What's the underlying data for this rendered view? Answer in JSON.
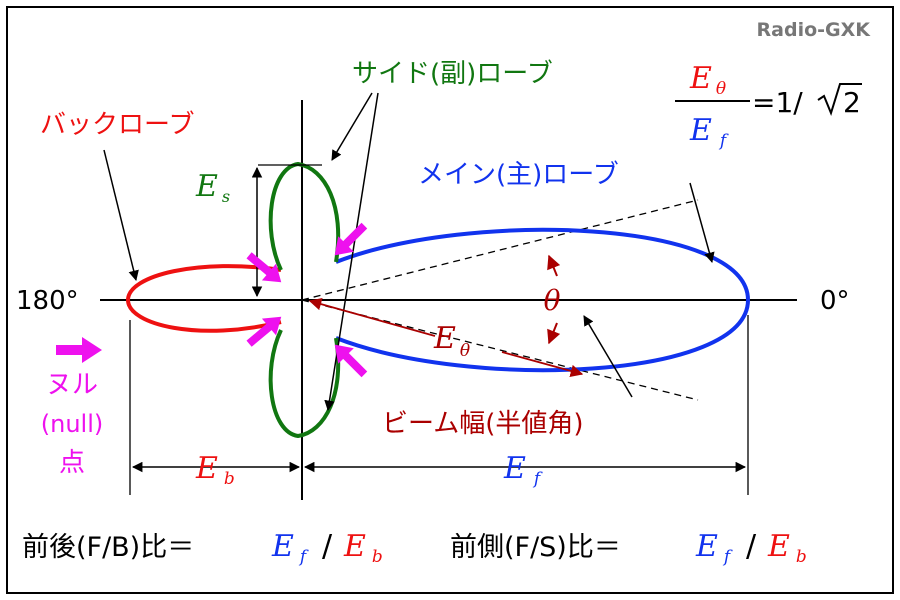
{
  "watermark": "Radio-GXK",
  "labels": {
    "side_lobe": "サイド(副)ローブ",
    "back_lobe": "バックローブ",
    "main_lobe": "メイン(主)ローブ",
    "beam_width": "ビーム幅(半値角)",
    "null_l1": "ヌル",
    "null_l2": "(null)",
    "null_l3": "点",
    "angle_180": "180°",
    "angle_0": "0°",
    "theta": "θ",
    "E": "E"
  },
  "subscripts": {
    "s": "s",
    "b": "b",
    "f": "f",
    "theta": "θ"
  },
  "formula": {
    "rhs": "=1/",
    "sqrt_arg": "2"
  },
  "ratios": {
    "fb_label": "前後(F/B)比＝",
    "fs_label": "前側(F/S)比＝",
    "slash": "/"
  },
  "colors": {
    "red": "#ee1111",
    "green": "#117711",
    "blue": "#1133ee",
    "magenta": "#ee11ee",
    "darkred": "#aa0000",
    "gray": "#777777",
    "black": "#000000"
  }
}
